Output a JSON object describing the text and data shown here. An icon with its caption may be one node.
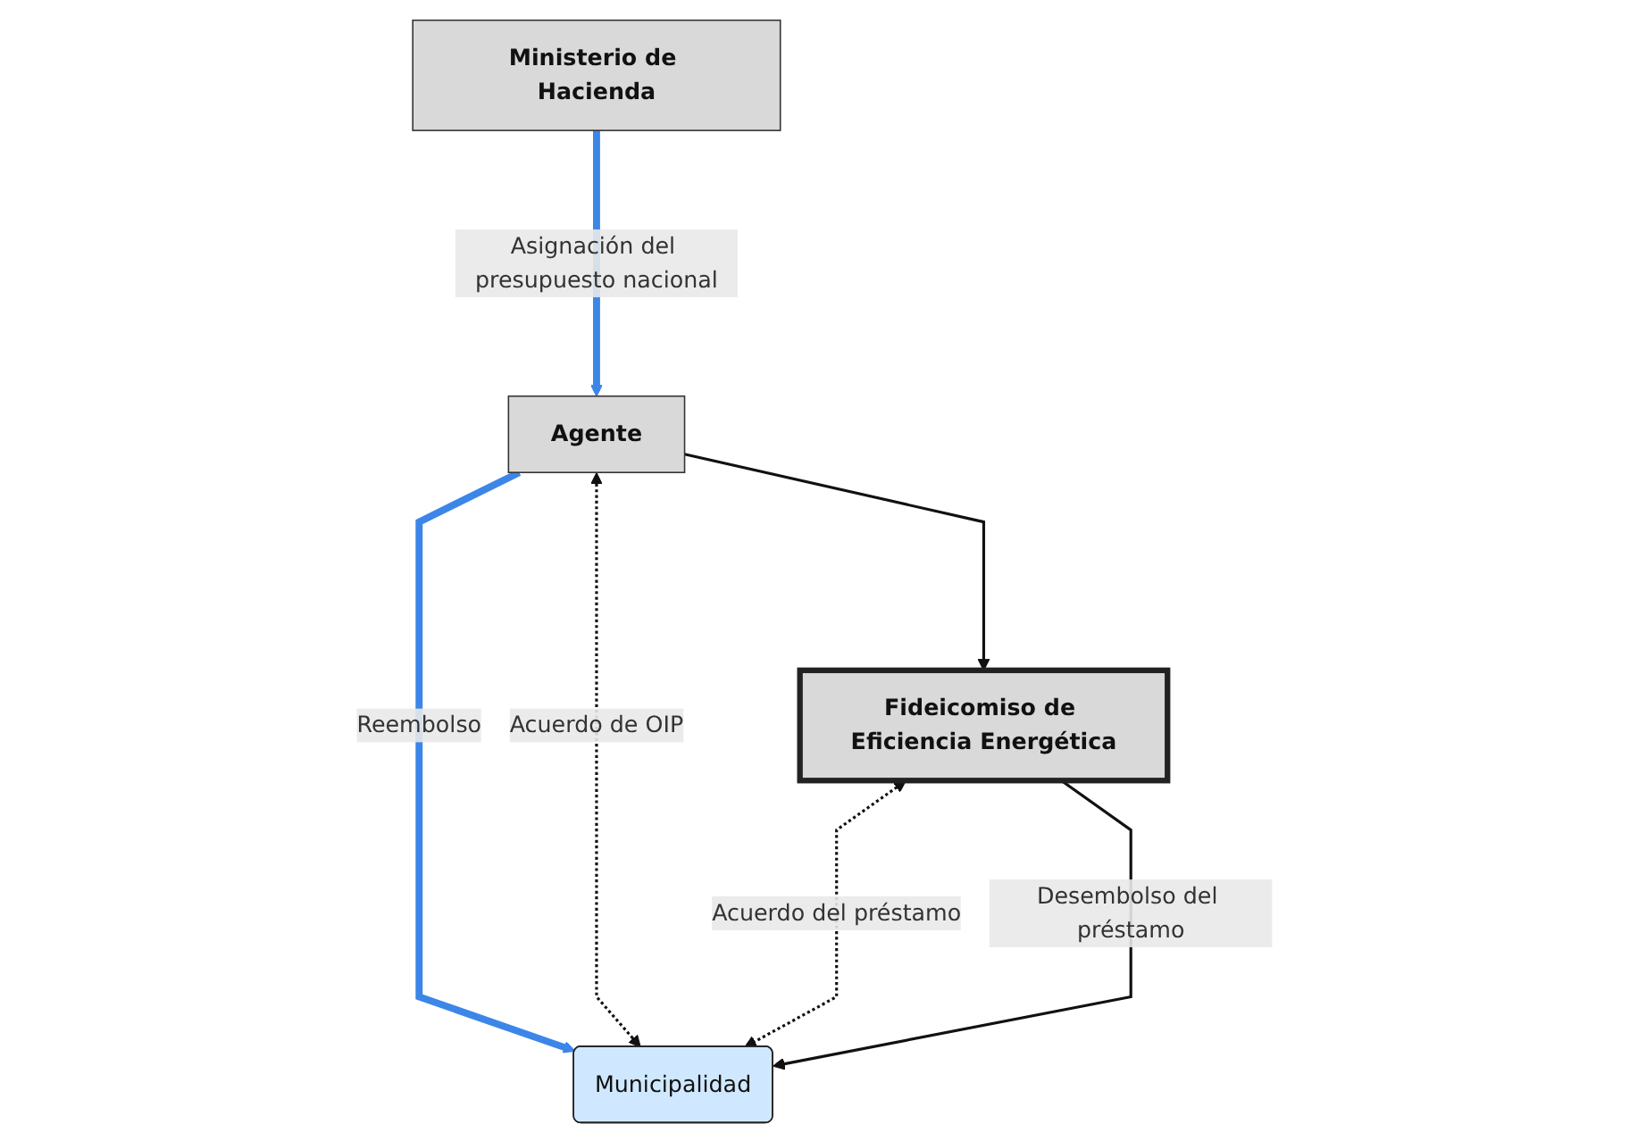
{
  "diagram": {
    "nodes": [
      {
        "text": [
          "Ministerio de Hacienda"
        ]
      },
      {
        "text": [
          "Agente"
        ]
      },
      {
        "text": [
          "Fideicomiso de Eficiencia Energética"
        ]
      },
      {
        "text": [
          "Municipalidad"
        ]
      }
    ],
    "edges": [
      {
        "from": 0,
        "to": 1,
        "arrow": "to",
        "label": "Asignación del presupuesto nacional",
        "style": "thick",
        "color": "#3c86e8"
      },
      {
        "from": 1,
        "to": 2,
        "arrow": "to"
      },
      {
        "from": 1,
        "to": 3,
        "arrow": "to",
        "label": "Reembolso",
        "style": "thick",
        "color": "#3c86e8"
      },
      {
        "from": 1,
        "to": 3,
        "arrow": "both",
        "label": "Acuerdo de OIP",
        "style": "dashed"
      },
      {
        "from": 2,
        "to": 3,
        "arrow": "both",
        "label": "Acuerdo del préstamo",
        "style": "dashed"
      },
      {
        "from": 2,
        "to": 3,
        "arrow": "to",
        "label": "Desembolso del préstamo"
      }
    ]
  }
}
